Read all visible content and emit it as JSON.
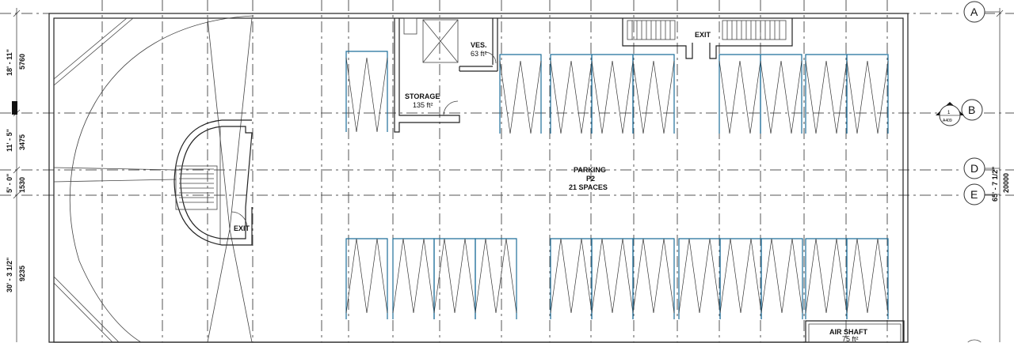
{
  "rooms": {
    "storage": {
      "name": "STORAGE",
      "area": "135 ft²"
    },
    "vestibule": {
      "name": "VES.",
      "area": "63 ft²"
    },
    "parking": {
      "name": "PARKING",
      "level": "P2",
      "spaces": "21 SPACES"
    },
    "air_shaft": {
      "name": "AIR SHAFT",
      "area": "75 ft²"
    },
    "exit_top": "EXIT",
    "exit_stair": "EXIT"
  },
  "grid_bubbles": [
    "A",
    "B",
    "D",
    "E"
  ],
  "section_marker": {
    "number": "1",
    "sheet": "A409"
  },
  "dimensions_left": [
    {
      "imperial": "18' - 11\"",
      "metric": "5760"
    },
    {
      "imperial": "11' - 5\"",
      "metric": "3475"
    },
    {
      "imperial": "5' - 0\"",
      "metric": "1530"
    },
    {
      "imperial": "30' - 3 1/2\"",
      "metric": "9235"
    }
  ],
  "dimension_right": {
    "imperial": "65' - 7 1/2\"",
    "metric": "20000"
  },
  "colors": {
    "stall": "#1f6f9a",
    "lines": "#333333"
  }
}
